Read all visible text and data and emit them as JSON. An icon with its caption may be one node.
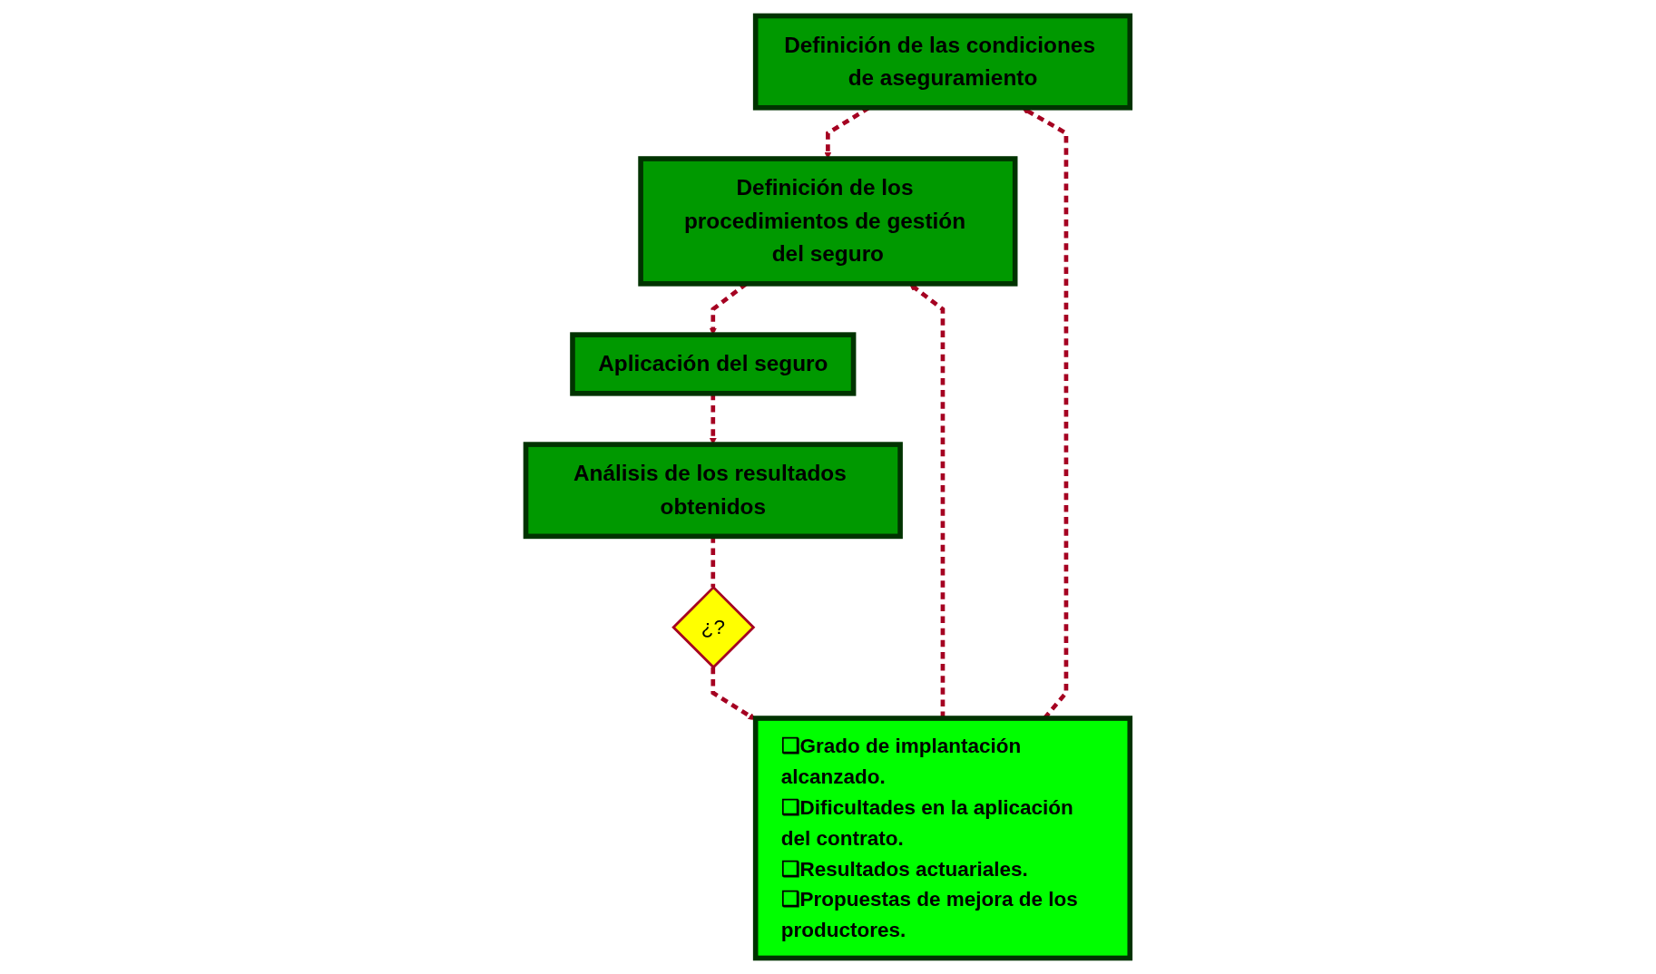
{
  "diagram": {
    "nodes": [
      {
        "text": [
          "Definición de las condiciones de aseguramiento"
        ]
      },
      {
        "text": [
          "Definición de los procedimientos de gestión del seguro"
        ]
      },
      {
        "text": [
          "Aplicación del seguro"
        ]
      },
      {
        "text": [
          "Análisis de los resultados obtenidos"
        ]
      },
      {
        "text": [
          "¿?"
        ]
      },
      {
        "text": [
          "❑Grado de implantación alcanzado.",
          "❑Dificultades en la aplicación del contrato.",
          "❑Resultados actuariales.",
          "❑Propuestas de mejora de los productores."
        ]
      }
    ],
    "edges": [
      {
        "from": 0,
        "to": 1,
        "arrow": "to",
        "style": "dashed"
      },
      {
        "from": 1,
        "to": 2,
        "arrow": "to",
        "style": "dashed"
      },
      {
        "from": 2,
        "to": 3,
        "arrow": "to",
        "style": "dashed"
      },
      {
        "from": 3,
        "to": 4,
        "arrow": "none",
        "style": "dashed"
      },
      {
        "from": 4,
        "to": 5,
        "arrow": "to",
        "style": "dashed"
      },
      {
        "from": 5,
        "to": 1,
        "arrow": "to",
        "style": "dashed"
      },
      {
        "from": 5,
        "to": 0,
        "arrow": "to",
        "style": "dashed"
      }
    ]
  }
}
